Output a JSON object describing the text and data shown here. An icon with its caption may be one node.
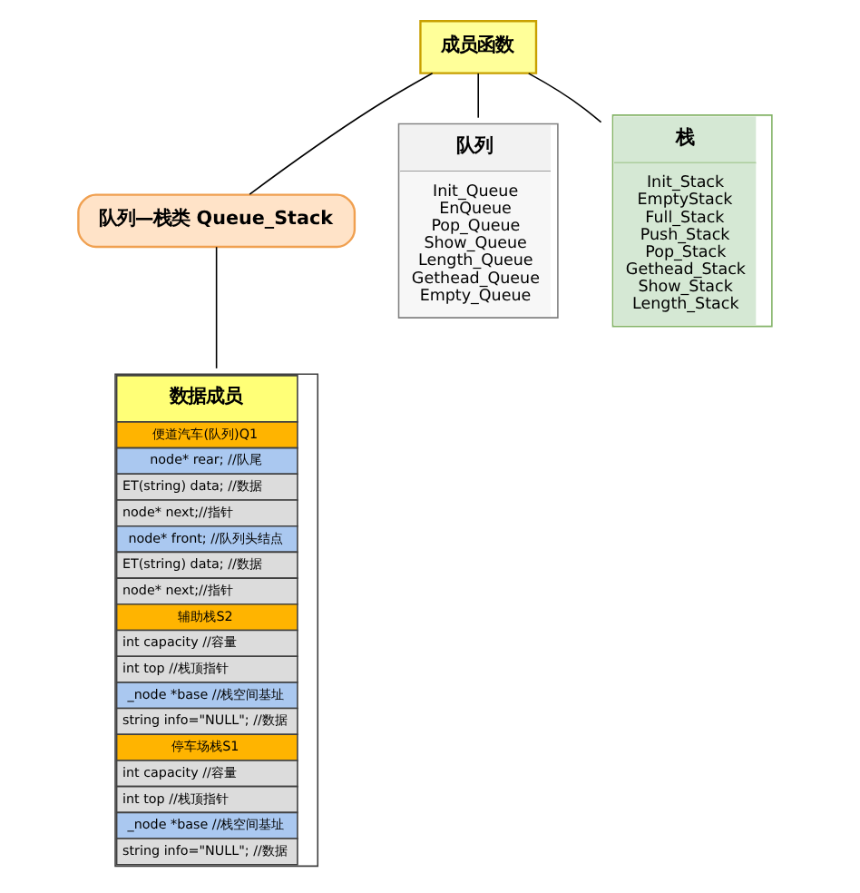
{
  "diagram": {
    "nodes": [
      {
        "text": [
          "成员函数"
        ]
      },
      {
        "text": [
          "队列—栈类 Queue_Stack"
        ]
      },
      {
        "text": [
          "队列",
          "Init_Queue",
          "EnQueue",
          "Pop_Queue",
          "Show_Queue",
          "Length_Queue",
          "Gethead_Queue",
          "Empty_Queue"
        ]
      },
      {
        "text": [
          "栈",
          "Init_Stack",
          "EmptyStack",
          "Full_Stack",
          "Push_Stack",
          "Pop_Stack",
          "Gethead_Stack",
          "Show_Stack",
          "Length_Stack"
        ]
      },
      {
        "text": [
          "数据成员",
          "便道汽车(队列)Q1",
          "node* rear; //队尾",
          "ET(string) data; //数据",
          "node* next;//指针",
          "node* front; //队列头结点",
          "ET(string) data; //数据",
          "node* next;//指针",
          "辅助栈S2",
          "int capacity //容量",
          "int top //栈顶指针",
          "_node *base //栈空间基址",
          "string info=\"NULL\"; //数据",
          "停车场栈S1",
          "int capacity //容量",
          "int top //栈顶指针",
          "_node *base //栈空间基址",
          "string info=\"NULL\"; //数据"
        ]
      }
    ],
    "edges": [
      {
        "from": 0,
        "to": 2,
        "arrow": "none"
      },
      {
        "from": 0,
        "to": 1,
        "arrow": "none"
      },
      {
        "from": 0,
        "to": 3,
        "arrow": "none"
      },
      {
        "from": 1,
        "to": 4,
        "arrow": "none"
      }
    ]
  }
}
